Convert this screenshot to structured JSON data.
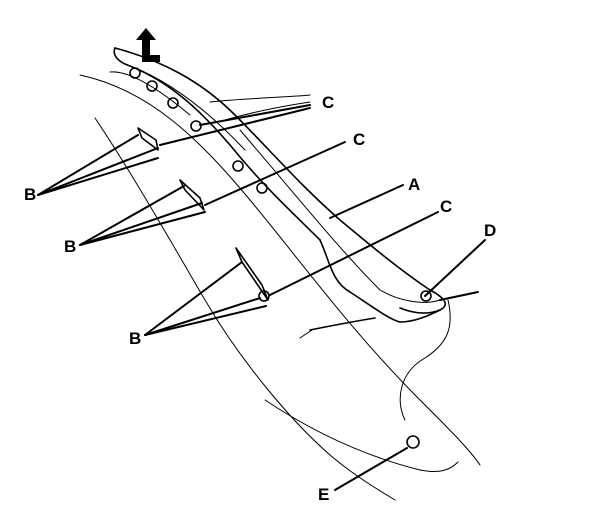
{
  "labels": {
    "A": "A",
    "B1": "B",
    "B2": "B",
    "B3": "B",
    "C1": "C",
    "C2": "C",
    "C3": "C",
    "D": "D",
    "E": "E"
  }
}
